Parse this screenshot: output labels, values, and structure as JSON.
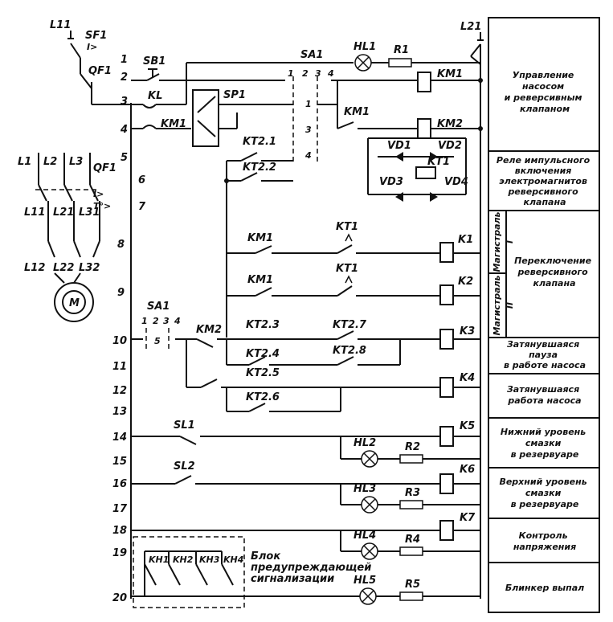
{
  "labels": {
    "L11": "L11",
    "SF1": "SF1",
    "SF1_sym": "I>",
    "QF1_top": "QF1",
    "SB1": "SB1",
    "KL": "KL",
    "KM1_a": "KM1",
    "SP1": "SP1",
    "SA1_top": "SA1",
    "HL1": "HL1",
    "R1": "R1",
    "L21": "L21",
    "KM1_coil": "KM1",
    "KM1_b": "KM1",
    "KM2_coil": "KM2",
    "KT2_1": "KT2.1",
    "KT2_2": "KT2.2",
    "VD1": "VD1",
    "VD2": "VD2",
    "VD3": "VD3",
    "VD4": "VD4",
    "KT1_coil": "KT1",
    "L1": "L1",
    "L2": "L2",
    "L3": "L3",
    "QF1_mid": "QF1",
    "QF1_sym1": "I>",
    "QF1_sym2": "T°>",
    "L11b": "L11",
    "L21b": "L21",
    "L31": "L31",
    "L12": "L12",
    "L22": "L22",
    "L32": "L32",
    "M": "M",
    "KM1_r8": "KM1",
    "KT1_r8": "KT1",
    "K1": "K1",
    "KM1_r9": "KM1",
    "KT1_r9": "KT1",
    "K2": "K2",
    "SA1_mid": "SA1",
    "KM2_r10": "KM2",
    "KT2_3": "KT2.3",
    "KT2_7": "KT2.7",
    "K3": "K3",
    "KT2_4": "KT2.4",
    "KT2_8": "KT2.8",
    "KT2_5": "KT2.5",
    "K4": "K4",
    "KT2_6": "KT2.6",
    "SL1": "SL1",
    "K5": "K5",
    "HL2": "HL2",
    "R2": "R2",
    "SL2": "SL2",
    "K6": "K6",
    "HL3": "HL3",
    "R3": "R3",
    "K7": "K7",
    "HL4": "HL4",
    "R4": "R4",
    "HL5": "HL5",
    "R5": "R5",
    "KH1": "KH1",
    "KH2": "KH2",
    "KH3": "KH3",
    "KH4": "KH4",
    "block_l1": "Блок",
    "block_l2": "предупреждающей",
    "block_l3": "сигнализации"
  },
  "sa1_top_pos": [
    "1",
    "2",
    "3",
    "4"
  ],
  "sa1_top_side": [
    "1",
    "3",
    "4"
  ],
  "sa1_mid_pos": [
    "1",
    "2",
    "3",
    "4"
  ],
  "sa1_mid_mark": "5",
  "rows": [
    "1",
    "2",
    "3",
    "4",
    "5",
    "6",
    "7",
    "8",
    "9",
    "10",
    "11",
    "12",
    "13",
    "14",
    "15",
    "16",
    "17",
    "18",
    "19",
    "20"
  ],
  "sidebar": {
    "s1": [
      "Управление",
      "насосом",
      "и реверсивным",
      "клапаном"
    ],
    "s2": [
      "Реле импульсного",
      "включения",
      "электромагнитов",
      "реверсивного",
      "клапана"
    ],
    "mag1": "Магистраль",
    "mag1_num": "I",
    "mag2": "Магистраль",
    "mag2_num": "II",
    "s3": [
      "Переключение",
      "реверсивного",
      "клапана"
    ],
    "s4": [
      "Затянувшаяся",
      "пауза",
      "в работе насоса"
    ],
    "s5": [
      "Затянувшаяся",
      "работа насоса"
    ],
    "s6": [
      "Нижний уровень",
      "смазки",
      "в резервуаре"
    ],
    "s7": [
      "Верхний уровень",
      "смазки",
      "в резервуаре"
    ],
    "s8": [
      "Контроль",
      "напряжения"
    ],
    "s9": [
      "Блинкер выпал"
    ]
  }
}
